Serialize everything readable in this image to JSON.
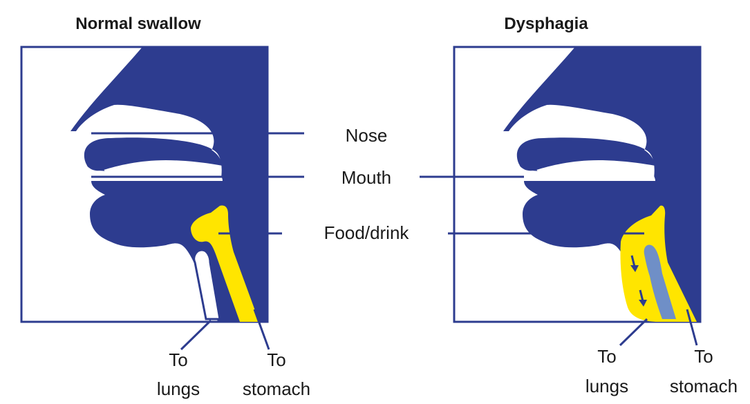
{
  "panels": {
    "normal": {
      "title": "Normal swallow",
      "to_lungs": [
        "To",
        "lungs"
      ],
      "to_stomach": [
        "To",
        "stomach"
      ]
    },
    "dysphagia": {
      "title": "Dysphagia",
      "to_lungs": [
        "To",
        "lungs"
      ],
      "to_stomach": [
        "To",
        "stomach"
      ]
    }
  },
  "labels": {
    "nose": "Nose",
    "mouth": "Mouth",
    "food": "Food/drink"
  },
  "colors": {
    "anatomy": "#2d3c8f",
    "food": "#ffe500",
    "aspiration": "#6f8fc7"
  }
}
